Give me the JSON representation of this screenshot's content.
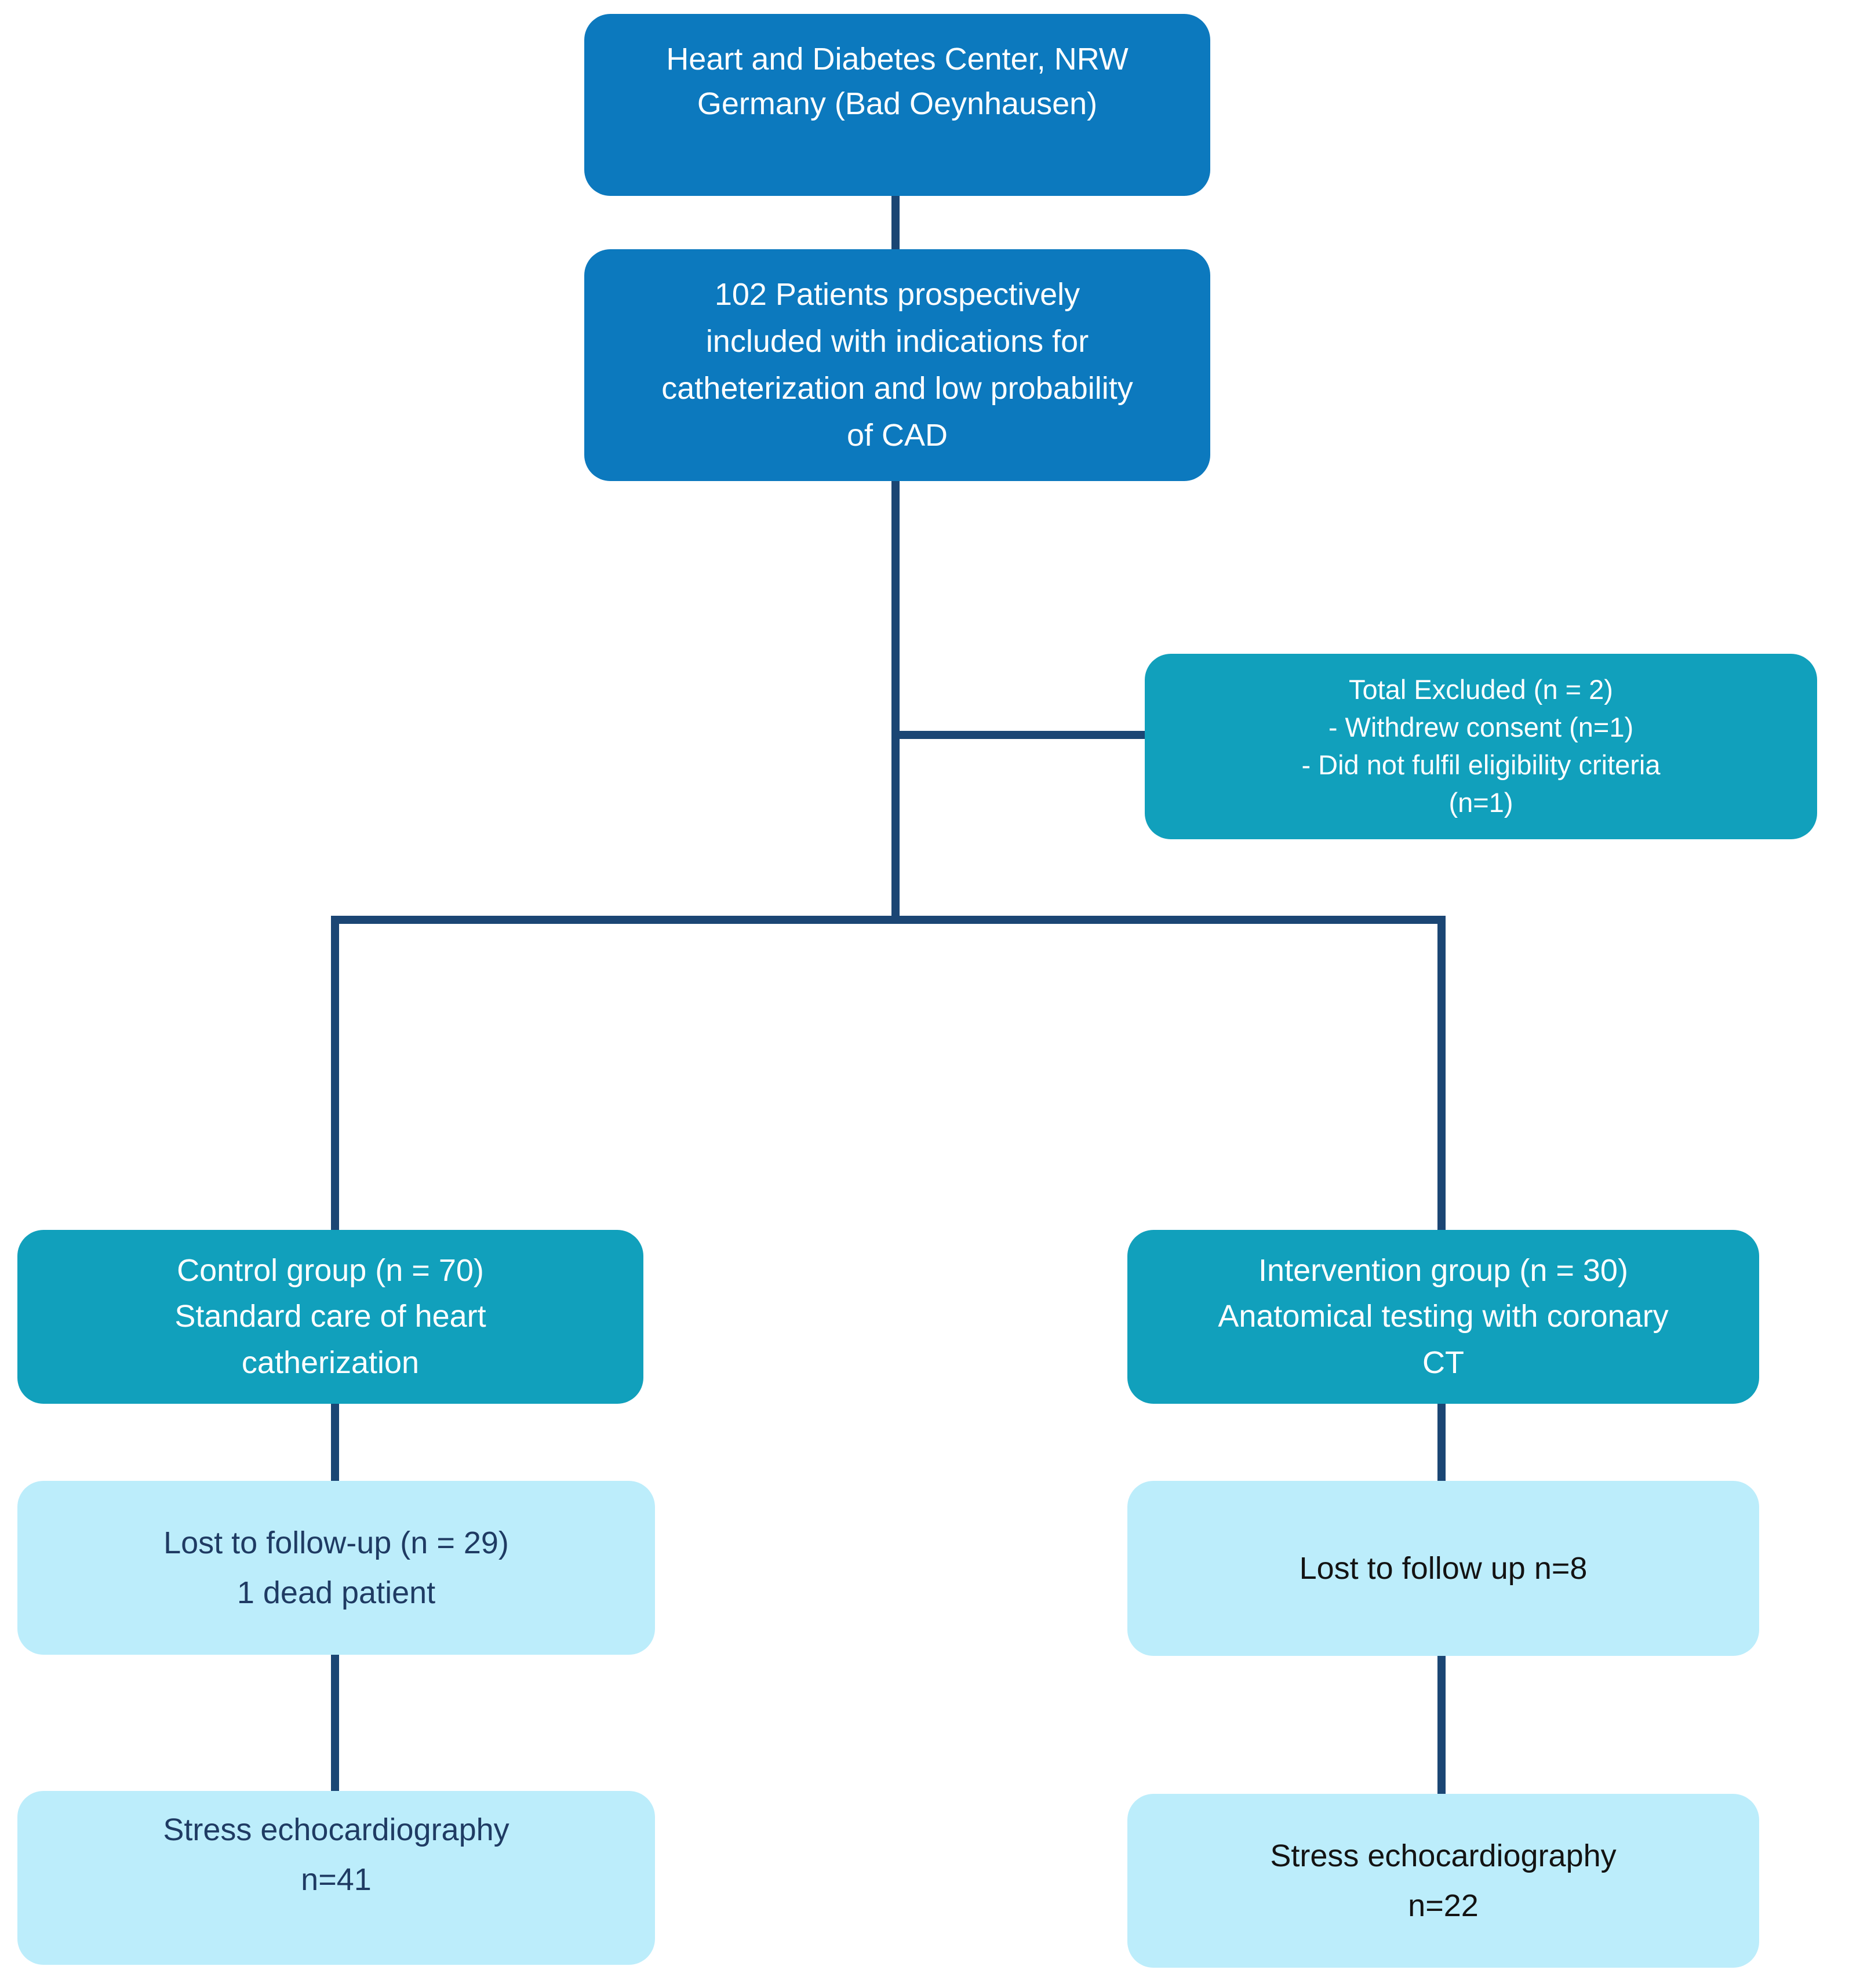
{
  "diagram_type": "study-flowchart",
  "colors": {
    "primary_blue": "#0C79BE",
    "teal": "#11A0BC",
    "light_blue": "#BCEDFB",
    "connector_navy": "#1B4674",
    "text_white": "#FFFFFF",
    "text_navy": "#1F3B63",
    "text_black": "#131313"
  },
  "nodes": {
    "site": {
      "lines": [
        "Heart and Diabetes Center, NRW",
        "Germany (Bad Oeynhausen)"
      ]
    },
    "enrolled": {
      "lines": [
        "102 Patients prospectively",
        "included with indications for",
        "catheterization and low probability",
        "of CAD"
      ]
    },
    "excluded": {
      "lines": [
        "Total Excluded (n = 2)",
        "- Withdrew consent (n=1)",
        "- Did not fulfil eligibility criteria",
        "(n=1)"
      ]
    },
    "control": {
      "lines": [
        "Control group (n = 70)",
        "Standard care of heart",
        "catherization"
      ]
    },
    "intervention": {
      "lines": [
        "Intervention group (n = 30)",
        "Anatomical testing with coronary",
        "CT"
      ]
    },
    "control_lost": {
      "lines": [
        "Lost to follow-up (n = 29)",
        "1 dead patient"
      ]
    },
    "intervention_lost": {
      "lines": [
        "Lost to follow up n=8"
      ]
    },
    "control_stress": {
      "lines": [
        "Stress echocardiography",
        "n=41"
      ]
    },
    "intervention_stress": {
      "lines": [
        "Stress echocardiography",
        "n=22"
      ]
    }
  }
}
